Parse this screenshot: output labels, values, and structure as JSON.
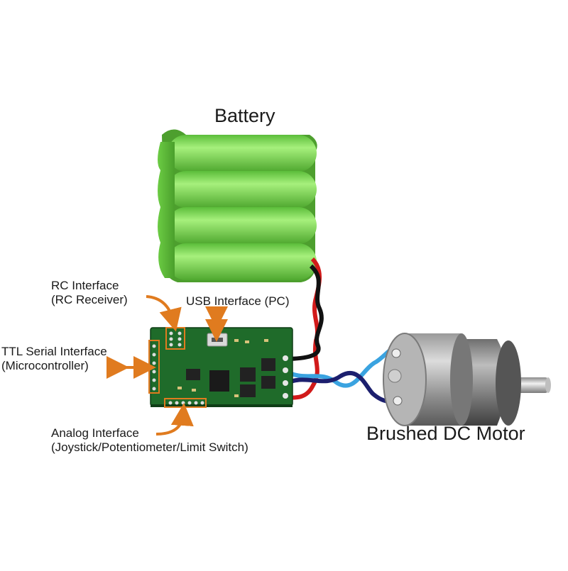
{
  "labels": {
    "battery": "Battery",
    "motor": "Brushed DC Motor",
    "rc_line1": "RC Interface",
    "rc_line2": "(RC Receiver)",
    "usb": "USB Interface (PC)",
    "ttl_line1": "TTL Serial Interface",
    "ttl_line2": "(Microcontroller)",
    "analog_line1": "Analog Interface",
    "analog_line2": "(Joystick/Potentiometer/Limit Switch)"
  },
  "colors": {
    "battery_green": "#7ed957",
    "board_green": "#1f6b2a",
    "arrow_orange": "#e07b1f",
    "wire_red": "#d11a1a",
    "wire_black": "#111111",
    "wire_blue": "#3aa3e0",
    "wire_navy": "#1c1f6e",
    "motor_gray": "#8a8a8a"
  }
}
